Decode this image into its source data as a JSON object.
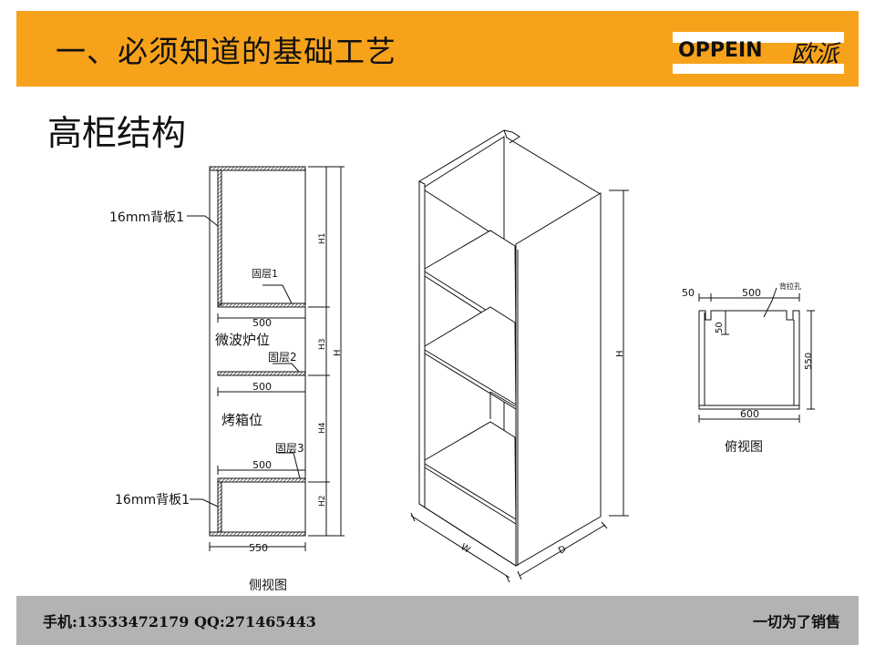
{
  "header": {
    "title": "一、必须知道的基础工艺",
    "logo_text": "OPPEIN",
    "logo_cn": "欧派"
  },
  "subtitle": "高柜结构",
  "side_view": {
    "back_panel_top": "16mm背板1",
    "back_panel_bottom": "16mm背板1",
    "shelf1": "固层1",
    "shelf2": "固层2",
    "shelf3": "固层3",
    "microwave": "微波炉位",
    "oven": "烤箱位",
    "dim_500_1": "500",
    "dim_500_2": "500",
    "dim_500_3": "500",
    "dim_550": "550",
    "h1": "H1",
    "h3": "H3",
    "h4": "H4",
    "h2": "H2",
    "h": "H",
    "caption": "侧视图"
  },
  "iso_view": {
    "h": "H",
    "w": "W",
    "d": "D"
  },
  "top_view": {
    "dim_50_left": "50",
    "dim_500": "500",
    "dim_50_notch": "50",
    "dim_550": "550",
    "dim_600": "600",
    "label": "背拉孔",
    "caption": "俯视图"
  },
  "footer": {
    "contact": "手机:13533472179   QQ:271465443",
    "slogan": "一切为了销售"
  }
}
